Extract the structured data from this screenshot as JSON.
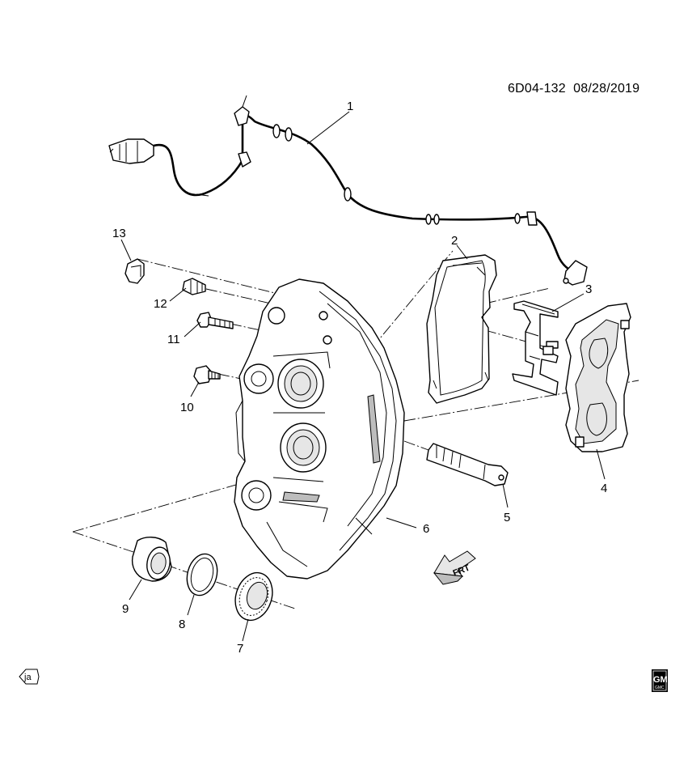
{
  "document": {
    "id": "6D04-132",
    "date": "08/28/2019"
  },
  "callouts": {
    "c1": "1",
    "c2": "2",
    "c3": "3",
    "c4": "4",
    "c5": "5",
    "c6": "6",
    "c7": "7",
    "c8": "8",
    "c9": "9",
    "c10": "10",
    "c11": "11",
    "c12": "12",
    "c13": "13"
  },
  "direction_marker": {
    "label": "FRT"
  },
  "footer": {
    "ja_symbol": "ja",
    "logo_text": "GM",
    "logo_subtext": "GMC"
  },
  "icons": [
    "ja-symbol-icon",
    "gm-logo-icon",
    "front-arrow-icon"
  ]
}
